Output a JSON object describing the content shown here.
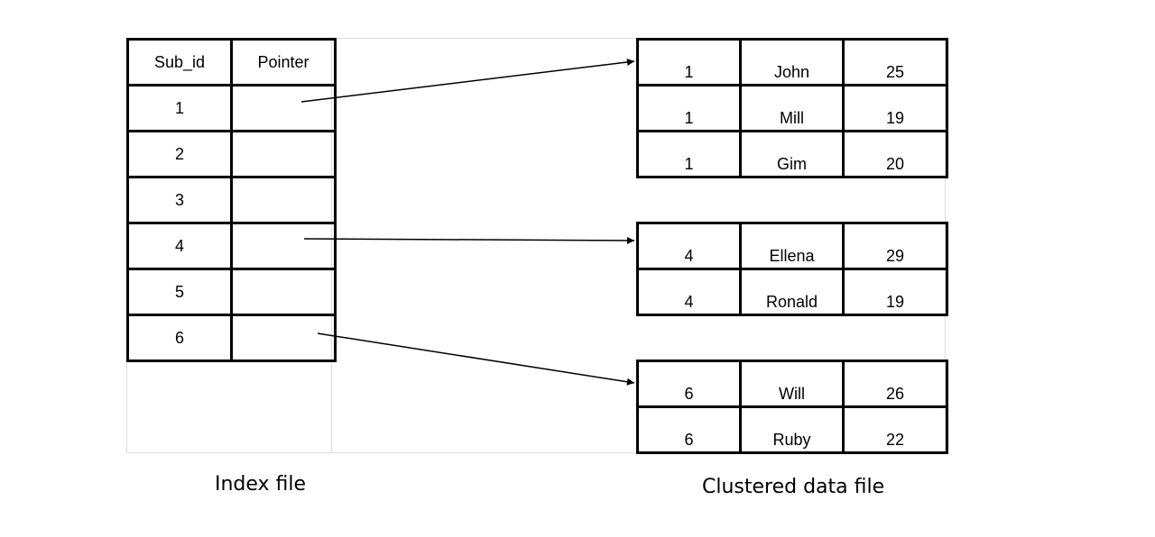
{
  "index_file": {
    "caption": "Index file",
    "headers": [
      "Sub_id",
      "Pointer"
    ],
    "rows": [
      {
        "sub_id": "1",
        "pointer": ""
      },
      {
        "sub_id": "2",
        "pointer": ""
      },
      {
        "sub_id": "3",
        "pointer": ""
      },
      {
        "sub_id": "4",
        "pointer": ""
      },
      {
        "sub_id": "5",
        "pointer": ""
      },
      {
        "sub_id": "6",
        "pointer": ""
      }
    ]
  },
  "data_file": {
    "caption": "Clustered data file",
    "blocks": [
      {
        "rows": [
          [
            "1",
            "John",
            "25"
          ],
          [
            "1",
            "Mill",
            "19"
          ],
          [
            "1",
            "Gim",
            "20"
          ]
        ]
      },
      {
        "rows": [
          [
            "4",
            "Ellena",
            "29"
          ],
          [
            "4",
            "Ronald",
            "19"
          ]
        ]
      },
      {
        "rows": [
          [
            "6",
            "Will",
            "26"
          ],
          [
            "6",
            "Ruby",
            "22"
          ]
        ]
      }
    ]
  },
  "pointers": [
    {
      "from_sub_id": "1",
      "to_block": 0
    },
    {
      "from_sub_id": "4",
      "to_block": 1
    },
    {
      "from_sub_id": "6",
      "to_block": 2
    }
  ]
}
